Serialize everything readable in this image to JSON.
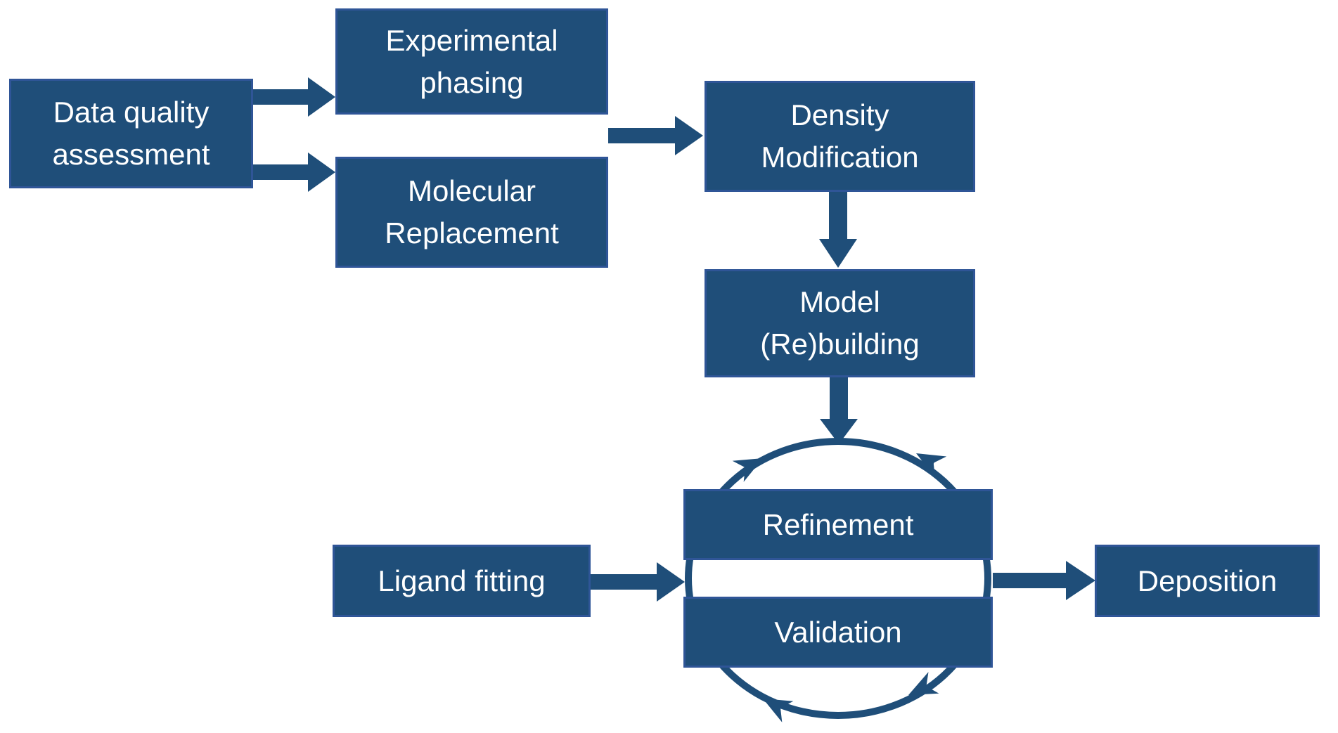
{
  "colors": {
    "box_fill": "#1F4E79",
    "box_border": "#2F5597",
    "arrow": "#1F4E79",
    "text": "#FFFFFF",
    "background": "#FFFFFF"
  },
  "nodes": {
    "data_quality": {
      "label": "Data quality\nassessment"
    },
    "experimental_phasing": {
      "label": "Experimental\nphasing"
    },
    "molecular_replacement": {
      "label": "Molecular\nReplacement"
    },
    "density_modification": {
      "label": "Density\nModification"
    },
    "model_rebuilding": {
      "label": "Model\n(Re)building"
    },
    "refinement": {
      "label": "Refinement"
    },
    "validation": {
      "label": "Validation"
    },
    "ligand_fitting": {
      "label": "Ligand fitting"
    },
    "deposition": {
      "label": "Deposition"
    }
  },
  "edges": [
    {
      "from": "data_quality",
      "to": "experimental_phasing"
    },
    {
      "from": "data_quality",
      "to": "molecular_replacement"
    },
    {
      "from": "experimental_phasing / molecular_replacement",
      "to": "density_modification"
    },
    {
      "from": "density_modification",
      "to": "model_rebuilding"
    },
    {
      "from": "model_rebuilding",
      "to": "refinement_validation_cycle"
    },
    {
      "from": "ligand_fitting",
      "to": "refinement_validation_cycle"
    },
    {
      "from": "refinement_validation_cycle",
      "to": "deposition"
    }
  ]
}
